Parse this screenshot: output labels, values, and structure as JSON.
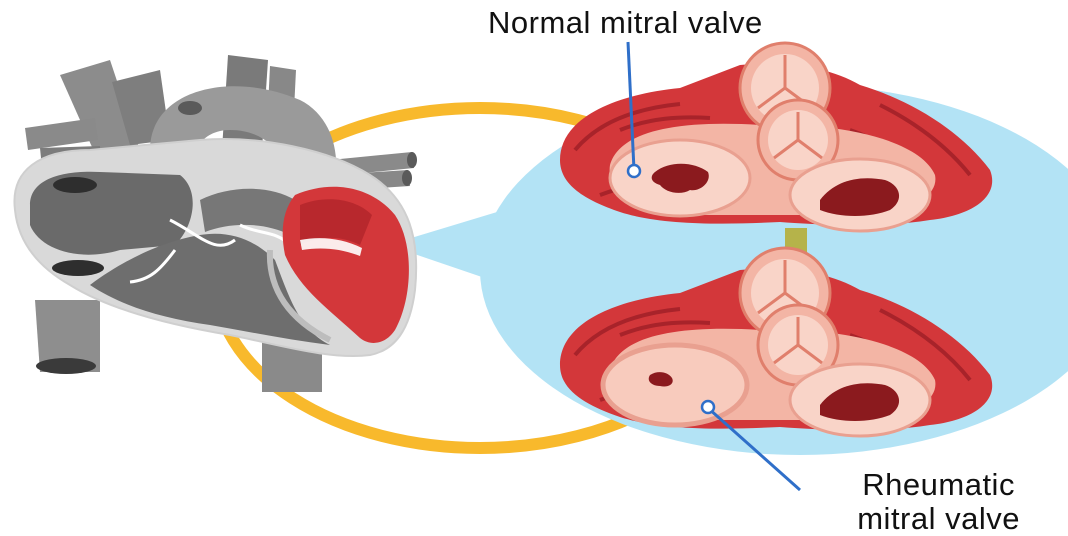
{
  "labels": {
    "normal": "Normal mitral valve",
    "rheumatic_line1": "Rheumatic",
    "rheumatic_line2": "mitral valve"
  },
  "colors": {
    "heart_gray": "#9a9a9a",
    "heart_dark": "#6a6a6a",
    "muscle_red": "#d3373a",
    "muscle_dark": "#a8232a",
    "valve_pink": "#f3b5a5",
    "valve_light": "#f9d4c8",
    "zoom_circle": "#b3e3f5",
    "ring_orange": "#f8b92c",
    "pointer_blue": "#2f6fc9",
    "connector_olive": "#b5b34a"
  }
}
